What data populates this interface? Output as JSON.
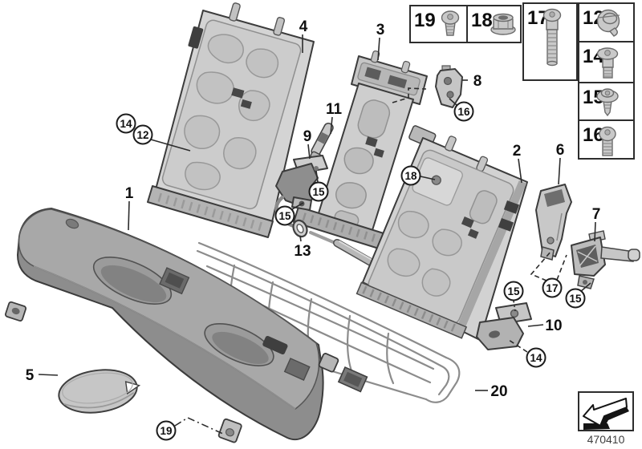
{
  "legend": {
    "items": [
      {
        "label": "19",
        "icon": "pan-head-screw-icon"
      },
      {
        "label": "18",
        "icon": "flange-nut-icon"
      },
      {
        "label": "17",
        "icon": "long-bolt-icon"
      },
      {
        "label": "12",
        "icon": "retaining-clip-icon"
      },
      {
        "label": "14",
        "icon": "shoulder-screw-icon"
      },
      {
        "label": "15",
        "icon": "washer-head-screw-icon"
      },
      {
        "label": "16",
        "icon": "round-head-screw-icon"
      }
    ]
  },
  "callouts": {
    "items": [
      {
        "label": "1",
        "circled": false
      },
      {
        "label": "2",
        "circled": false
      },
      {
        "label": "3",
        "circled": false
      },
      {
        "label": "4",
        "circled": false
      },
      {
        "label": "5",
        "circled": false
      },
      {
        "label": "6",
        "circled": false
      },
      {
        "label": "7",
        "circled": false
      },
      {
        "label": "8",
        "circled": false
      },
      {
        "label": "9",
        "circled": false
      },
      {
        "label": "10",
        "circled": false
      },
      {
        "label": "11",
        "circled": false
      },
      {
        "label": "13",
        "circled": false
      },
      {
        "label": "20",
        "circled": false
      },
      {
        "label": "12",
        "circled": true
      },
      {
        "label": "14",
        "circled": true
      },
      {
        "label": "14",
        "circled": true
      },
      {
        "label": "15",
        "circled": true
      },
      {
        "label": "15",
        "circled": true
      },
      {
        "label": "15",
        "circled": true
      },
      {
        "label": "15",
        "circled": true
      },
      {
        "label": "16",
        "circled": true
      },
      {
        "label": "17",
        "circled": true
      },
      {
        "label": "18",
        "circled": true
      },
      {
        "label": "19",
        "circled": true
      }
    ]
  },
  "footer": {
    "drawing_number": "470410",
    "icon": "direction-arrow-icon"
  }
}
